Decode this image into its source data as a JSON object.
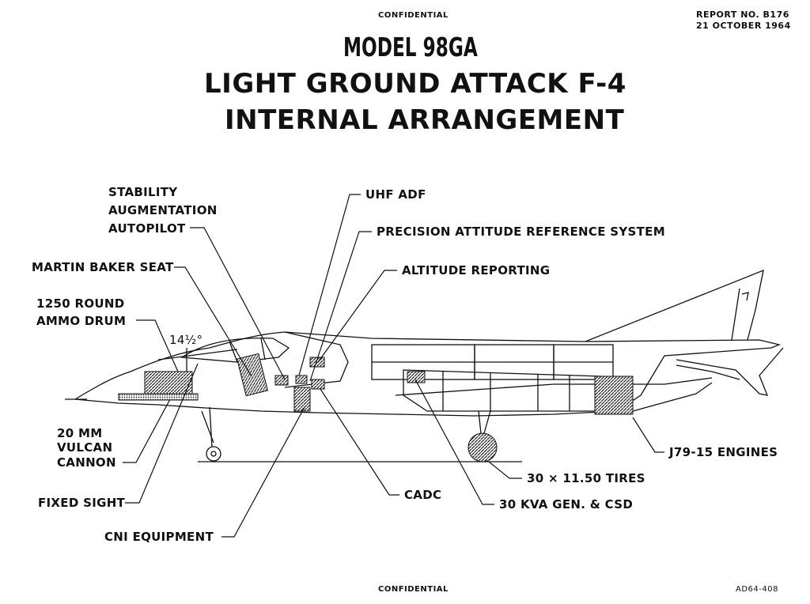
{
  "header": {
    "confidential_top": "CONFIDENTIAL",
    "report_no": "REPORT NO. B176",
    "report_date": "21 OCTOBER 1964",
    "title_line1": "MODEL 98GA",
    "title_line2": "LIGHT GROUND ATTACK F-4",
    "title_line3": "INTERNAL ARRANGEMENT"
  },
  "labels": {
    "stability_1": "STABILITY",
    "stability_2": "AUGMENTATION",
    "stability_3": "AUTOPILOT",
    "martin_baker": "MARTIN BAKER SEAT",
    "ammo_1": "1250 ROUND",
    "ammo_2": "AMMO DRUM",
    "angle": "14½°",
    "vulcan_1": "20 MM",
    "vulcan_2": "VULCAN",
    "vulcan_3": "CANNON",
    "fixed_sight": "FIXED SIGHT",
    "cni": "CNI EQUIPMENT",
    "uhf_adf": "UHF ADF",
    "pars": "PRECISION ATTITUDE REFERENCE SYSTEM",
    "altitude": "ALTITUDE REPORTING",
    "engines": "J79-15 ENGINES",
    "tires": "30 × 11.50 TIRES",
    "cadc": "CADC",
    "gen": "30 KVA GEN. & CSD"
  },
  "footer": {
    "confidential_bottom": "CONFIDENTIAL",
    "drawing_no": "AD64-408"
  }
}
